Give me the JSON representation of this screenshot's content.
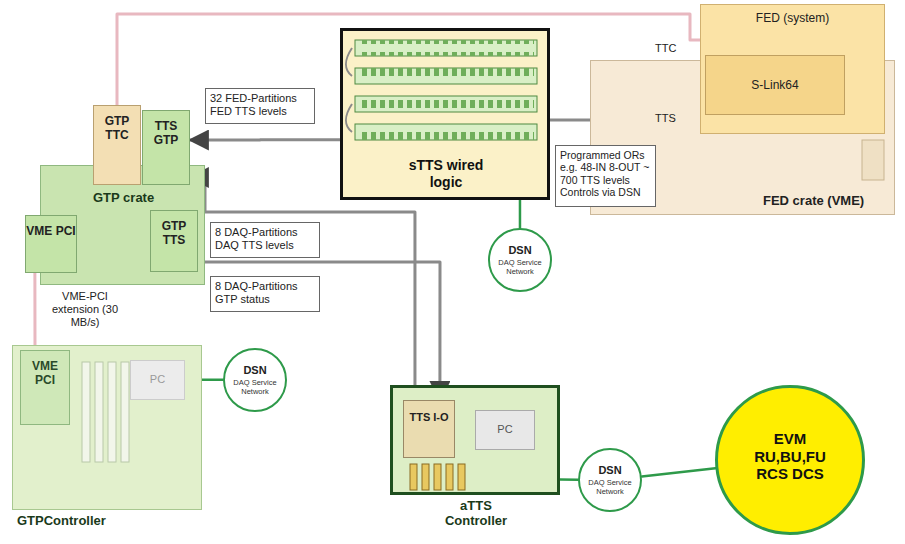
{
  "diagram": {
    "nodes": [
      {
        "text": [
          "GTP crate"
        ]
      },
      {
        "text": [
          "GTP TTC"
        ],
        "in": 0
      },
      {
        "text": [
          "TTS GTP"
        ],
        "in": 0
      },
      {
        "text": [
          "VME PCI"
        ],
        "in": 0
      },
      {
        "text": [
          "GTP TTS"
        ],
        "in": 0
      },
      {
        "text": [
          "GTPController"
        ]
      },
      {
        "text": [
          "VME PCI"
        ],
        "in": 5
      },
      {
        "text": [
          "PC"
        ],
        "in": 5
      },
      {
        "text": [
          "DSN",
          "DAQ Service Network"
        ]
      },
      {
        "text": [
          "sTTS wired logic"
        ]
      },
      {
        "text": [
          "DSN",
          "DAQ Service Network"
        ]
      },
      {
        "text": [
          "FED crate (VME)"
        ]
      },
      {
        "text": [
          "FED (system)"
        ],
        "in": 11
      },
      {
        "text": [
          "S-Link64"
        ],
        "in": 12
      },
      {
        "text": [
          "aTTS Controller"
        ]
      },
      {
        "text": [
          "TTS I-O"
        ],
        "in": 14
      },
      {
        "text": [
          "PC"
        ],
        "in": 14
      },
      {
        "text": [
          "DSN",
          "DAQ Service Network"
        ]
      },
      {
        "text": [
          "EVM RU,BU,FU RCS DCS"
        ]
      },
      {
        "text": [
          "32 FED-Partitions FED TTS levels"
        ]
      },
      {
        "text": [
          "Programmed ORs e.g. 48-IN 8-OUT ~ 700 TTS levels Controls via DSN"
        ]
      },
      {
        "text": [
          "8 DAQ-Partitions DAQ TTS levels"
        ]
      },
      {
        "text": [
          "8 DAQ-Partitions GTP status"
        ]
      }
    ],
    "edges": [
      {
        "from": 9,
        "to": 2,
        "arrow": "to"
      },
      {
        "from": 11,
        "to": 9,
        "arrow": "none"
      },
      {
        "from": 1,
        "to": 12,
        "arrow": "none"
      },
      {
        "from": 15,
        "to": 2,
        "arrow": "to"
      },
      {
        "from": 4,
        "to": 15,
        "arrow": "to"
      },
      {
        "from": 3,
        "to": 6,
        "arrow": "none"
      },
      {
        "from": 8,
        "to": 5,
        "arrow": "none"
      },
      {
        "from": 10,
        "to": 9,
        "arrow": "none"
      },
      {
        "from": 17,
        "to": 14,
        "arrow": "none"
      },
      {
        "from": 17,
        "to": 18,
        "arrow": "none"
      }
    ],
    "labels": [
      "TTC",
      "TTS",
      "VME-PCI extension (30 MB/s)"
    ]
  }
}
